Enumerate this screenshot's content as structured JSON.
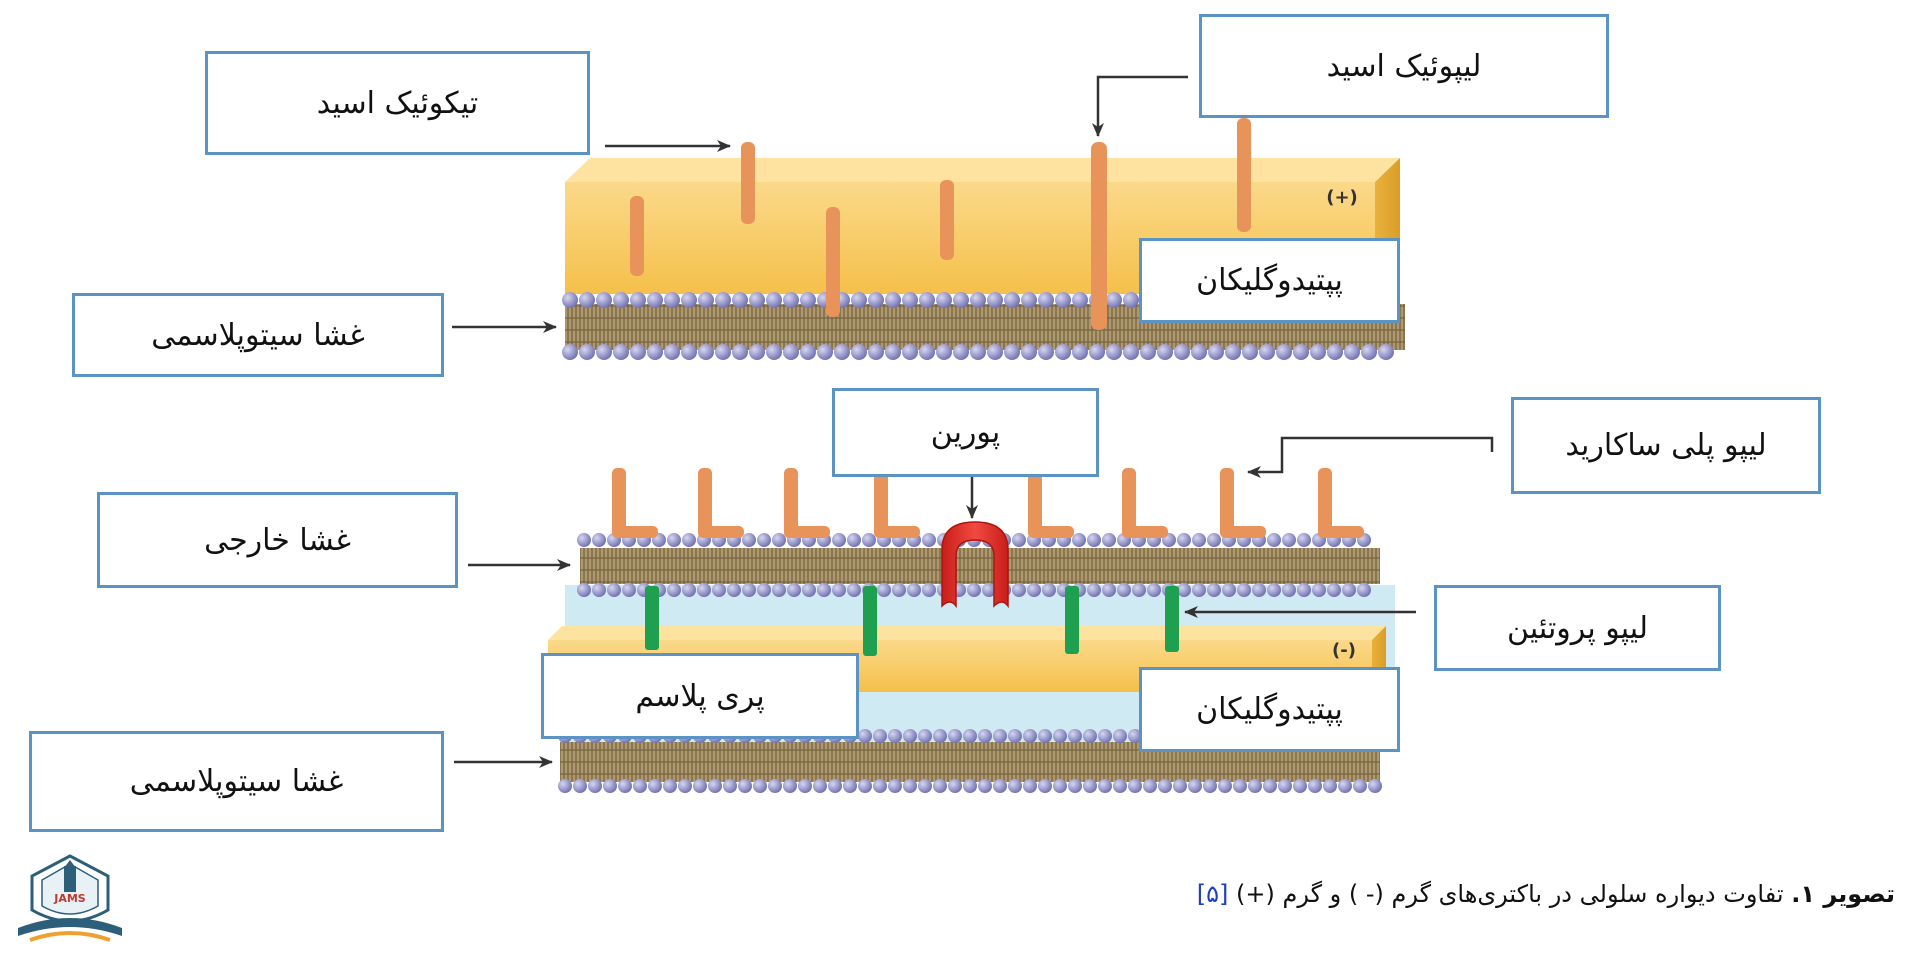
{
  "labels": {
    "teichoic_acid": "تیکوئیک اسید",
    "lipoteichoic_acid": "لیپوئیک اسید",
    "cyto_membrane_top": "غشا سیتوپلاسمی",
    "peptidoglycan_top": "پپتیدوگلیکان",
    "porin": "پورین",
    "lps": "لیپو پلی ساکارید",
    "outer_membrane": "غشا خارجی",
    "lipoprotein": "لیپو پروتئین",
    "periplasm": "پری پلاسم",
    "peptidoglycan_bottom": "پپتیدوگلیکان",
    "cyto_membrane_bottom": "غشا سیتوپلاسمی"
  },
  "signs": {
    "positive": "(+)",
    "negative": "(-)"
  },
  "caption": {
    "bold": "تصویر ۱.",
    "text": " تفاوت دیواره سلولی در باکتری‌های گرم (- ) و گرم (+) ",
    "ref": "[۵]"
  },
  "logo": {
    "text": "JAMS"
  },
  "colors": {
    "peptidoglycan": "#f5c04a",
    "teichoic": "#e8935a",
    "lipid_head": "#8f8fc8",
    "lipid_tail": "#9c855e",
    "porin": "#e8302c",
    "lipoprotein": "#1fa050",
    "periplasm": "#cfeaf2",
    "box_border": "#5b93c5"
  }
}
